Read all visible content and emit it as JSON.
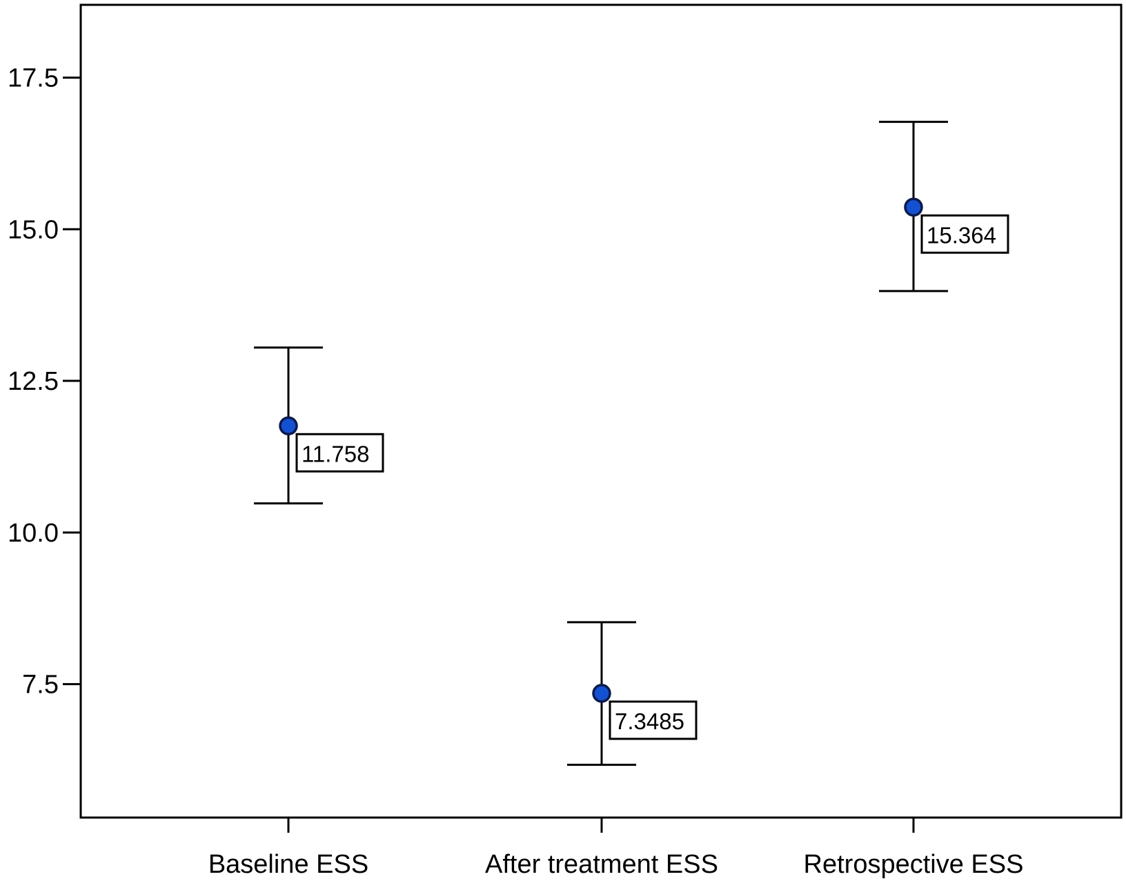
{
  "chart_data": {
    "type": "scatter",
    "title": "",
    "xlabel": "",
    "ylabel": "",
    "categories": [
      "Baseline ESS",
      "After treatment ESS",
      "Retrospective ESS"
    ],
    "means": [
      11.758,
      7.3485,
      15.364
    ],
    "mean_labels": [
      "11.758",
      "7.3485",
      "15.364"
    ],
    "error_bars": [
      {
        "lower": 10.48,
        "upper": 13.05
      },
      {
        "lower": 6.17,
        "upper": 8.52
      },
      {
        "lower": 13.98,
        "upper": 16.77
      }
    ],
    "yticks": [
      7.5,
      10.0,
      12.5,
      15.0,
      17.5
    ],
    "ytick_labels": [
      "7.5",
      "10.0",
      "12.5",
      "15.0",
      "17.5"
    ],
    "ylim": [
      5.3,
      18.7
    ],
    "grid": false,
    "colors": {
      "marker_fill": "#1450d2",
      "marker_stroke": "#0a1a4a",
      "axis": "#000000",
      "error_bar": "#000000"
    }
  }
}
